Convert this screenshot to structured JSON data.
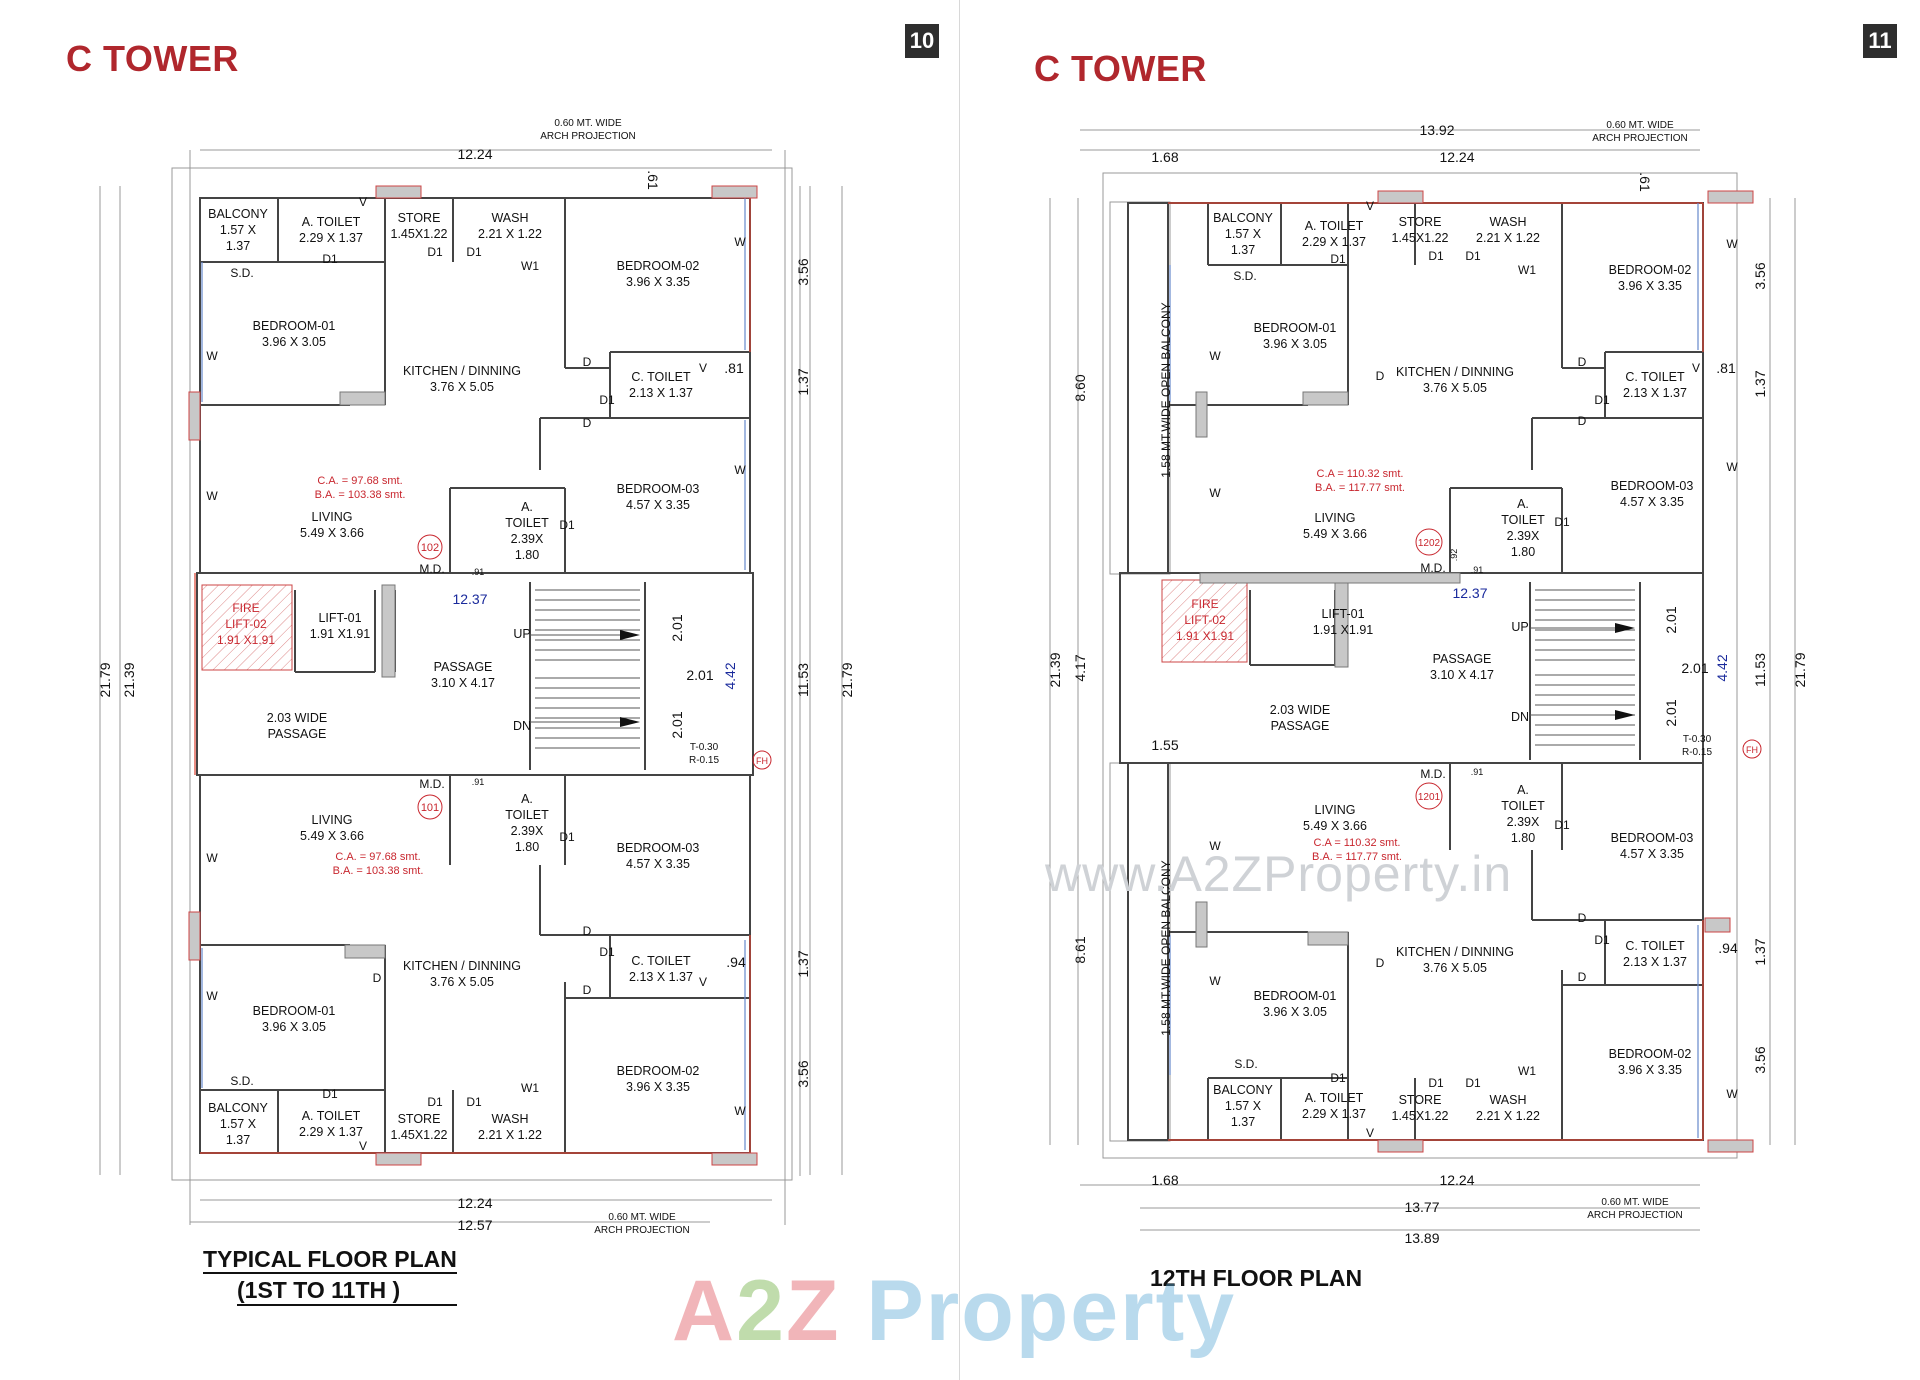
{
  "left_page": {
    "title": "C TOWER",
    "page_number": "10",
    "caption_line1": "TYPICAL FLOOR PLAN",
    "caption_line2": "(1ST TO 11TH )",
    "arch_note_top": [
      "0.60 MT. WIDE",
      "ARCH PROJECTION"
    ],
    "arch_note_bottom": [
      "0.60 MT. WIDE",
      "ARCH PROJECTION"
    ],
    "dims": {
      "top_width": "12.24",
      "top_small": ".61",
      "bottom_width": "12.24",
      "bottom_overall": "12.57",
      "left_overall": "21.79",
      "left_inner": "21.39",
      "right_overall": "21.79",
      "right_mid": "11.53",
      "right_top_356": "3.56",
      "right_top_137": "1.37",
      "right_bot_137": "1.37",
      "right_bot_356": "3.56",
      "toilet_top": ".81",
      "toilet_bot": ".94",
      "core_width": "12.37",
      "stair_w": "2.01",
      "stair_top": "2.01",
      "stair_bot": "2.01",
      "stair_total": "4.42"
    },
    "rooms": {
      "balcony_t": [
        "BALCONY",
        "1.57 X",
        "1.37"
      ],
      "atoilet_t": [
        "A. TOILET",
        "2.29 X 1.37"
      ],
      "store_t": [
        "STORE",
        "1.45X1.22"
      ],
      "wash_t": [
        "WASH",
        "2.21 X 1.22"
      ],
      "bed02_t": [
        "BEDROOM-02",
        "3.96 X 3.35"
      ],
      "bed01_t": [
        "BEDROOM-01",
        "3.96 X 3.05"
      ],
      "kitchen_t": [
        "KITCHEN / DINNING",
        "3.76 X 5.05"
      ],
      "ctoilet_t": [
        "C. TOILET",
        "2.13 X 1.37"
      ],
      "bed03_t": [
        "BEDROOM-03",
        "4.57 X 3.35"
      ],
      "living_t": [
        "LIVING",
        "5.49  X 3.66"
      ],
      "atoilet2_t": [
        "A.",
        "TOILET",
        "2.39X",
        "1.80"
      ],
      "area_t": [
        "C.A. =  97.68 smt.",
        "B.A.  = 103.38 smt."
      ],
      "unit_t": "102",
      "fire_lift": [
        "FIRE",
        "LIFT-02",
        "1.91 X1.91"
      ],
      "lift01": [
        "LIFT-01",
        "1.91 X1.91"
      ],
      "passage": [
        "PASSAGE",
        "3.10 X 4.17"
      ],
      "wide_passage": [
        "2.03 WIDE",
        "PASSAGE"
      ],
      "tread": [
        "T-0.30",
        "R-0.15"
      ],
      "living_b": [
        "LIVING",
        "5.49  X 3.66"
      ],
      "area_b": [
        "C.A. =  97.68 smt.",
        "B.A. = 103.38 smt."
      ],
      "unit_b": "101",
      "atoilet2_b": [
        "A.",
        "TOILET",
        "2.39X",
        "1.80"
      ],
      "bed03_b": [
        "BEDROOM-03",
        "4.57 X 3.35"
      ],
      "kitchen_b": [
        "KITCHEN / DINNING",
        "3.76 X 5.05"
      ],
      "ctoilet_b": [
        "C. TOILET",
        "2.13 X 1.37"
      ],
      "bed01_b": [
        "BEDROOM-01",
        "3.96 X 3.05"
      ],
      "bed02_b": [
        "BEDROOM-02",
        "3.96 X 3.35"
      ],
      "balcony_b": [
        "BALCONY",
        "1.57 X",
        "1.37"
      ],
      "atoilet_b": [
        "A. TOILET",
        "2.29 X 1.37"
      ],
      "store_b": [
        "STORE",
        "1.45X1.22"
      ],
      "wash_b": [
        "WASH",
        "2.21 X 1.22"
      ]
    },
    "labels": {
      "sd": "S.D.",
      "d1": "D1",
      "d": "D",
      "w": "W",
      "w1": "W1",
      "v": "V",
      "md": "M.D.",
      "up": "UP",
      "dn": "DN",
      "fh": "FH",
      "d91": ".91"
    }
  },
  "right_page": {
    "title": "C TOWER",
    "page_number": "11",
    "caption": "12TH FLOOR PLAN",
    "arch_note_top": [
      "0.60 MT. WIDE",
      "ARCH PROJECTION"
    ],
    "arch_note_bottom": [
      "0.60 MT. WIDE",
      "ARCH PROJECTION"
    ],
    "open_balcony": "1.58 MT.WIDE OPEN BALCONY",
    "dims": {
      "top_overall": "13.92",
      "top_left": "1.68",
      "top_width": "12.24",
      "top_small": ".61",
      "bottom_left": "1.68",
      "bottom_width": "12.24",
      "bottom_1377": "13.77",
      "bottom_1389": "13.89",
      "left_overall": "21.39",
      "left_top": "8.60",
      "left_mid": "4.17",
      "left_bot": "8.61",
      "left_core": "1.55",
      "right_overall": "21.79",
      "right_mid": "11.53",
      "right_top_356": "3.56",
      "right_top_137": "1.37",
      "right_bot_137": "1.37",
      "right_bot_356": "3.56",
      "toilet_top": ".81",
      "toilet_bot": ".94",
      "core_width": "12.37",
      "stair_top": "2.01",
      "stair_w": "2.01",
      "stair_bot": "2.01",
      "stair_total": "4.42"
    },
    "rooms": {
      "area_t": [
        "C.A =  110.32 smt.",
        "B.A.  = 117.77 smt."
      ],
      "unit_t": "1202",
      "area_b": [
        "C.A =  110.32 smt.",
        "B.A.  = 117.77 smt."
      ],
      "unit_b": "1201",
      "d92": ".92"
    }
  },
  "watermark": {
    "url": "www.A2ZProperty.in",
    "brand_a": "A",
    "brand_2": "2",
    "brand_z": "Z",
    "brand_rest": " Property"
  },
  "colors": {
    "title_red": "#b0272d",
    "area_red": "#c8262e",
    "dim_blue": "#1a2a9c",
    "wall": "#555555"
  }
}
